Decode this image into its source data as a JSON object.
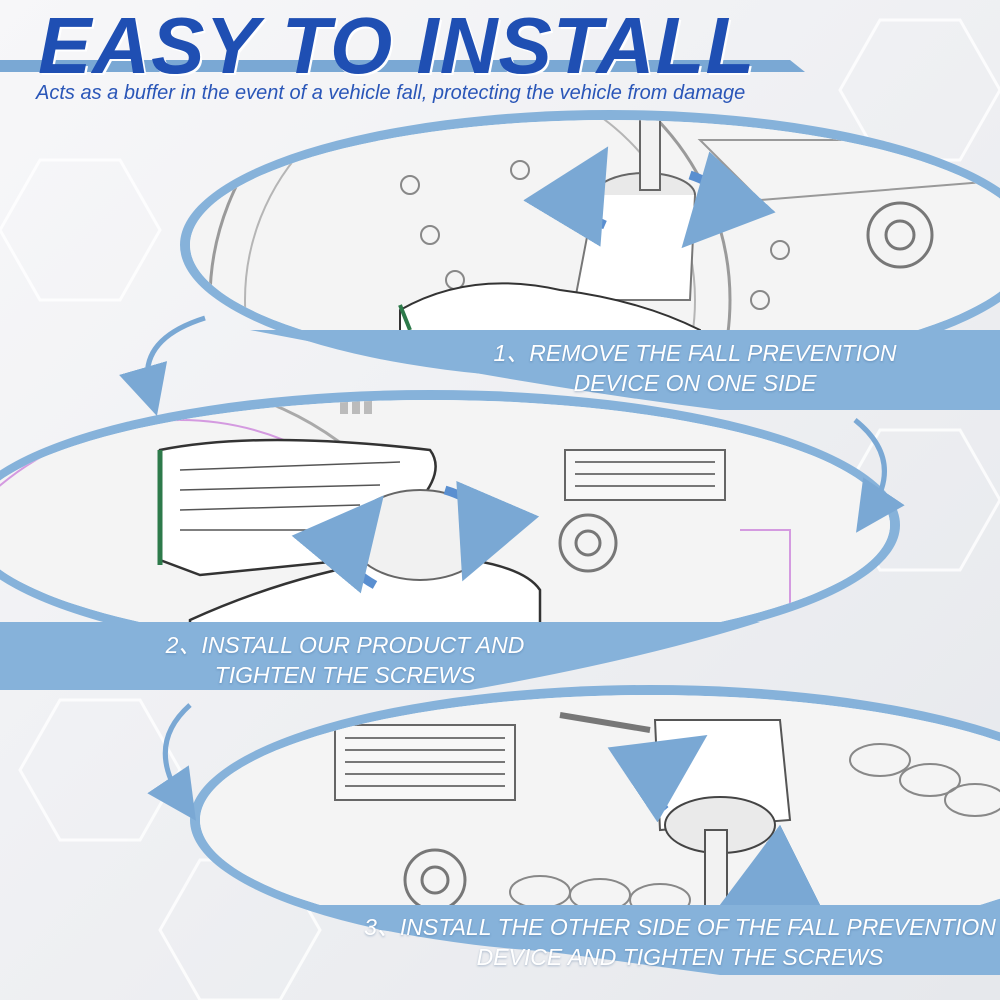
{
  "header": {
    "title": "EASY TO INSTALL",
    "subtitle": "Acts as a buffer in the event of a vehicle fall, protecting the vehicle from damage"
  },
  "steps": [
    {
      "line1": "1、REMOVE THE FALL PREVENTION",
      "line2": "DEVICE ON ONE SIDE"
    },
    {
      "line1": "2、INSTALL OUR PRODUCT AND",
      "line2": "TIGHTEN THE SCREWS"
    },
    {
      "line1": "3、INSTALL THE OTHER SIDE OF THE FALL PREVENTION",
      "line2": "DEVICE AND TIGHTEN THE SCREWS"
    }
  ],
  "colors": {
    "title": "#1f4fb3",
    "accent": "#7aa8d4",
    "band": "#86b2da",
    "background": "#f2f3f5"
  }
}
